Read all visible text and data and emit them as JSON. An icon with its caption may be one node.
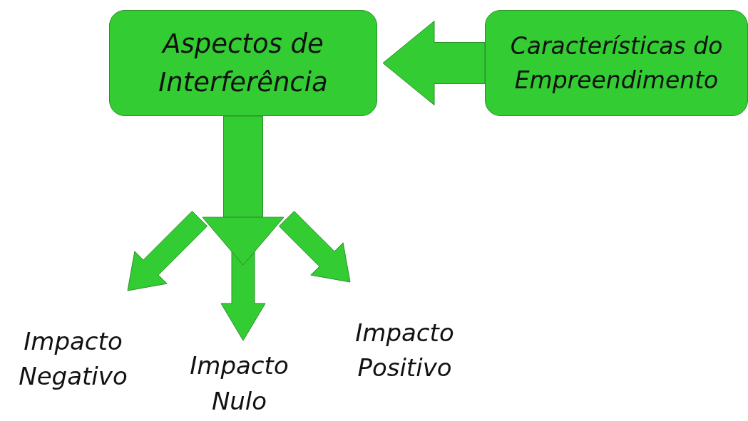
{
  "diagram": {
    "nodes": [
      {
        "text": [
          "Aspectos de Interferência"
        ]
      },
      {
        "text": [
          "Características do Empreendimento"
        ]
      },
      {
        "text": [
          "Impacto Negativo"
        ]
      },
      {
        "text": [
          "Impacto Nulo"
        ]
      },
      {
        "text": [
          "Impacto Positivo"
        ]
      }
    ],
    "edges": [
      {
        "from": 1,
        "to": 0,
        "arrow": "to"
      },
      {
        "from": 0,
        "to": 2,
        "arrow": "to"
      },
      {
        "from": 0,
        "to": 3,
        "arrow": "to"
      },
      {
        "from": 0,
        "to": 4,
        "arrow": "to"
      }
    ]
  }
}
